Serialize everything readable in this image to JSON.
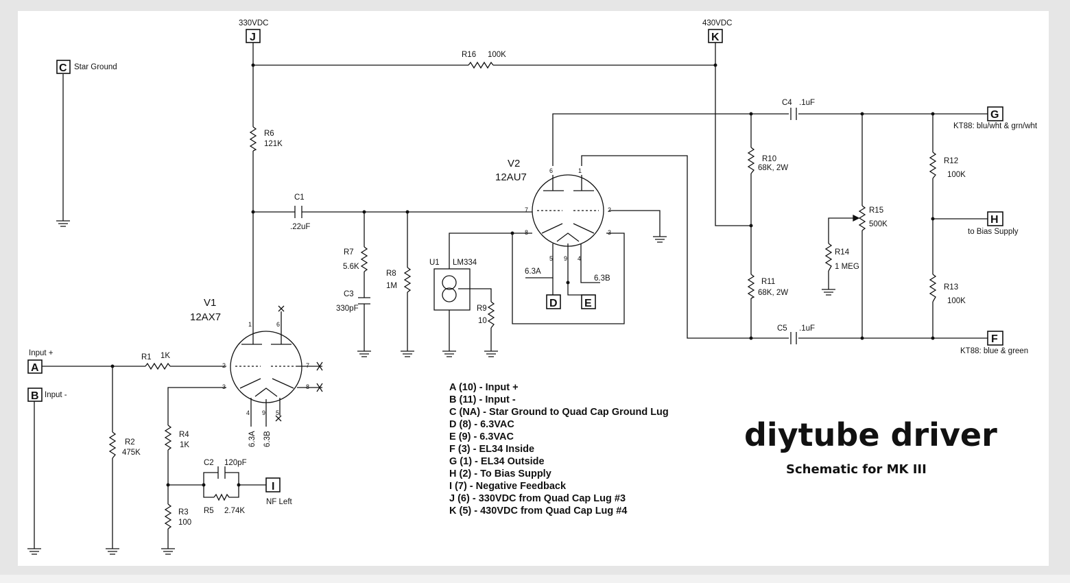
{
  "terminals": {
    "A": "A",
    "B": "B",
    "C": "C",
    "D": "D",
    "E": "E",
    "F": "F",
    "G": "G",
    "H": "H",
    "I": "I",
    "J": "J",
    "K": "K"
  },
  "terminal_labels": {
    "A": "Input +",
    "B": "Input -",
    "C": "Star Ground",
    "F": "KT88: blue & green",
    "G": "KT88: blu/wht & grn/wht",
    "H": "to Bias Supply",
    "I": "NF Left",
    "J": "330VDC",
    "K": "430VDC"
  },
  "tubes": {
    "v1": {
      "name": "V1",
      "type": "12AX7",
      "fil_a": "6.3A",
      "fil_b": "6.3B"
    },
    "v2": {
      "name": "V2",
      "type": "12AU7",
      "fil_a": "6.3A",
      "fil_b": "6.3B"
    }
  },
  "components": {
    "r1": {
      "name": "R1",
      "value": "1K"
    },
    "r2": {
      "name": "R2",
      "value": "475K"
    },
    "r3": {
      "name": "R3",
      "value": "100"
    },
    "r4": {
      "name": "R4",
      "value": "1K"
    },
    "r5": {
      "name": "R5",
      "value": "2.74K"
    },
    "r6": {
      "name": "R6",
      "value": "121K"
    },
    "r7": {
      "name": "R7",
      "value": "5.6K"
    },
    "r8": {
      "name": "R8",
      "value": "1M"
    },
    "r9": {
      "name": "R9",
      "value": "10"
    },
    "r10": {
      "name": "R10",
      "value": "68K, 2W"
    },
    "r11": {
      "name": "R11",
      "value": "68K, 2W"
    },
    "r12": {
      "name": "R12",
      "value": "100K"
    },
    "r13": {
      "name": "R13",
      "value": "100K"
    },
    "r14": {
      "name": "R14",
      "value": "1 MEG"
    },
    "r15": {
      "name": "R15",
      "value": "500K"
    },
    "r16": {
      "name": "R16",
      "value": "100K"
    },
    "c1": {
      "name": "C1",
      "value": ".22uF"
    },
    "c2": {
      "name": "C2",
      "value": "120pF"
    },
    "c3": {
      "name": "C3",
      "value": "330pF"
    },
    "c4": {
      "name": "C4",
      "value": ".1uF"
    },
    "c5": {
      "name": "C5",
      "value": ".1uF"
    },
    "u1": {
      "name": "U1",
      "value": "LM334"
    }
  },
  "pins": {
    "v1": [
      "1",
      "6",
      "2",
      "7",
      "3",
      "8",
      "4",
      "9",
      "5"
    ],
    "v2": [
      "6",
      "1",
      "7",
      "2",
      "8",
      "3",
      "5",
      "9",
      "4"
    ]
  },
  "legend": [
    "A (10) - Input +",
    "B (11) - Input -",
    "C (NA) - Star Ground to Quad Cap Ground Lug",
    "D (8) - 6.3VAC",
    "E (9) - 6.3VAC",
    "F (3) - EL34 Inside",
    "G (1) - EL34 Outside",
    "H (2) - To Bias Supply",
    "I (7) - Negative Feedback",
    "J (6) - 330VDC from Quad Cap Lug #3",
    "K (5) - 430VDC from Quad Cap Lug #4"
  ],
  "title": "diytube driver",
  "subtitle": "Schematic for MK III"
}
